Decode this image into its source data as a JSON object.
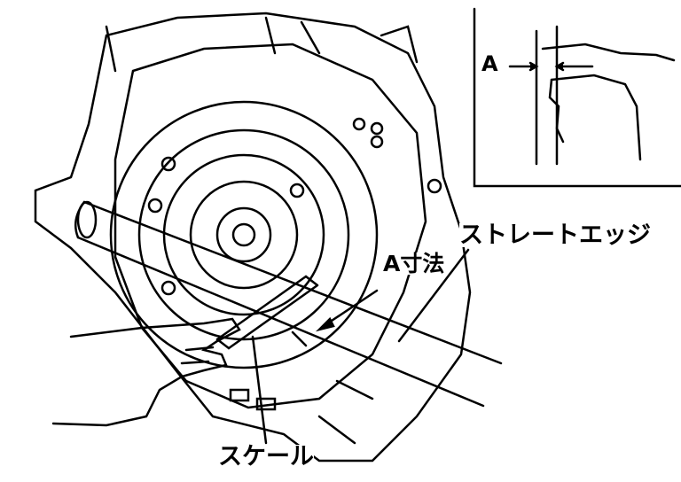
{
  "labels": {
    "straight_edge": "ストレートエッジ",
    "a_dimension": "A寸法",
    "scale": "スケール",
    "inset_a": "A"
  },
  "colors": {
    "line": "#000000",
    "background": "#ffffff"
  }
}
